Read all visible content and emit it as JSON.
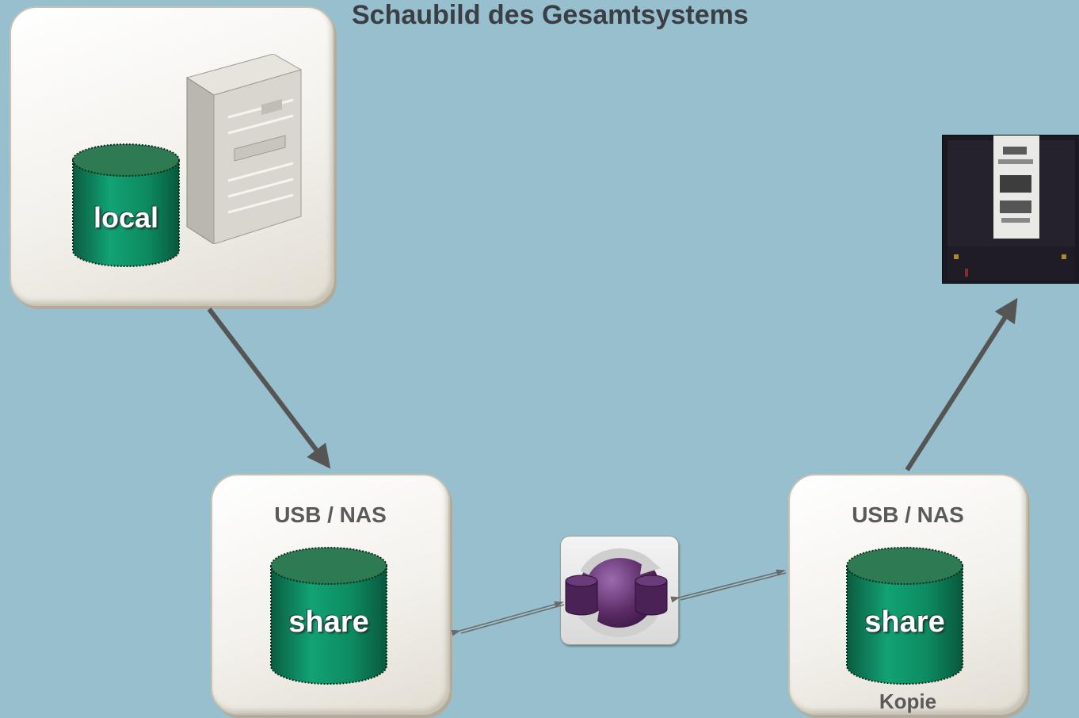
{
  "title": "Schaubild des Gesamtsystems",
  "local_box": {
    "disk_label": "local"
  },
  "nas_box_left": {
    "label": "USB / NAS",
    "disk_label": "share"
  },
  "nas_box_right": {
    "label": "USB / NAS",
    "disk_label": "share",
    "caption": "Kopie"
  },
  "colors": {
    "background": "#97bfcd",
    "disk_green": "#0e8a60",
    "arrow": "#555555",
    "sync_purple": "#5a2a64"
  }
}
